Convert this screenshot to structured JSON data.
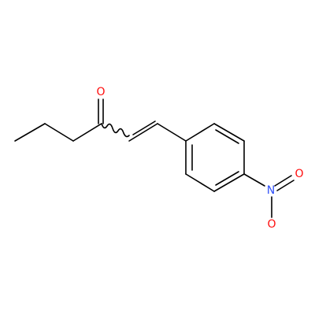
{
  "molecule": {
    "atoms": {
      "carbonyl_oxygen": {
        "symbol": "O",
        "color": "#FF0D0D"
      },
      "nitro_nitrogen": {
        "symbol": "N",
        "color": "#3050F8"
      },
      "nitro_oxygen_upper": {
        "symbol": "O",
        "color": "#FF0D0D"
      },
      "nitro_oxygen_lower": {
        "symbol": "O",
        "color": "#FF0D0D"
      }
    },
    "bond_color": "#000000"
  }
}
